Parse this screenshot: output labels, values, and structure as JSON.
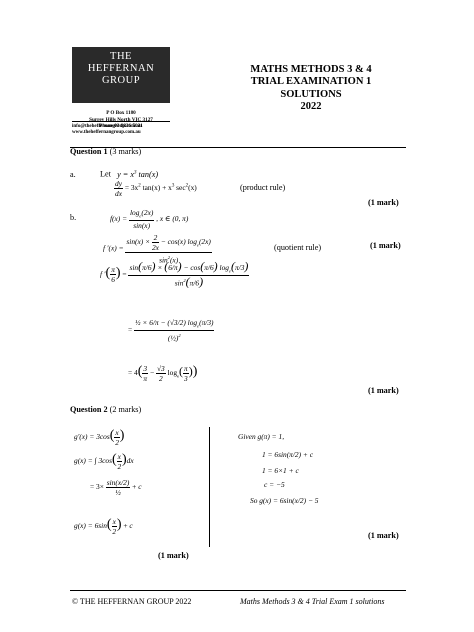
{
  "header": {
    "logo_line1": "THE",
    "logo_line2": "HEFFERNAN",
    "logo_line3": "GROUP",
    "address1": "P O Box 1180",
    "address2": "Surrey Hills North VIC 3127",
    "phone": "Phone 03 9836 5021",
    "email": "info@theheffernangroup.com.au",
    "web": "www.theheffernangroup.com.au",
    "title1": "MATHS METHODS 3 & 4",
    "title2": "TRIAL EXAMINATION 1",
    "title3": "SOLUTIONS",
    "title4": "2022"
  },
  "q1": {
    "heading": "Question 1",
    "marks": "(3 marks)",
    "part_a": "a.",
    "let_text": "Let",
    "a_note": "(product rule)",
    "a_mark": "(1 mark)",
    "part_b": "b.",
    "b_domain": ", x ∈ (0, π)",
    "b_note": "(quotient rule)",
    "b_mark1": "(1 mark)",
    "b_mark2": "(1 mark)"
  },
  "q2": {
    "heading": "Question 2",
    "marks": "(2 marks)",
    "left_mark": "(1 mark)",
    "right_given": "Given g(π) = 1,",
    "right_l2": "1 = 6sin(π/2) + c",
    "right_l3": "1 = 6×1 + c",
    "right_l4": "c = −5",
    "right_so": "So  g(x) = 6sin(x/2) − 5",
    "right_mark": "(1 mark)"
  },
  "footer": {
    "left": "© THE HEFFERNAN GROUP 2022",
    "right": "Maths Methods 3 & 4 Trial Exam 1 solutions"
  }
}
